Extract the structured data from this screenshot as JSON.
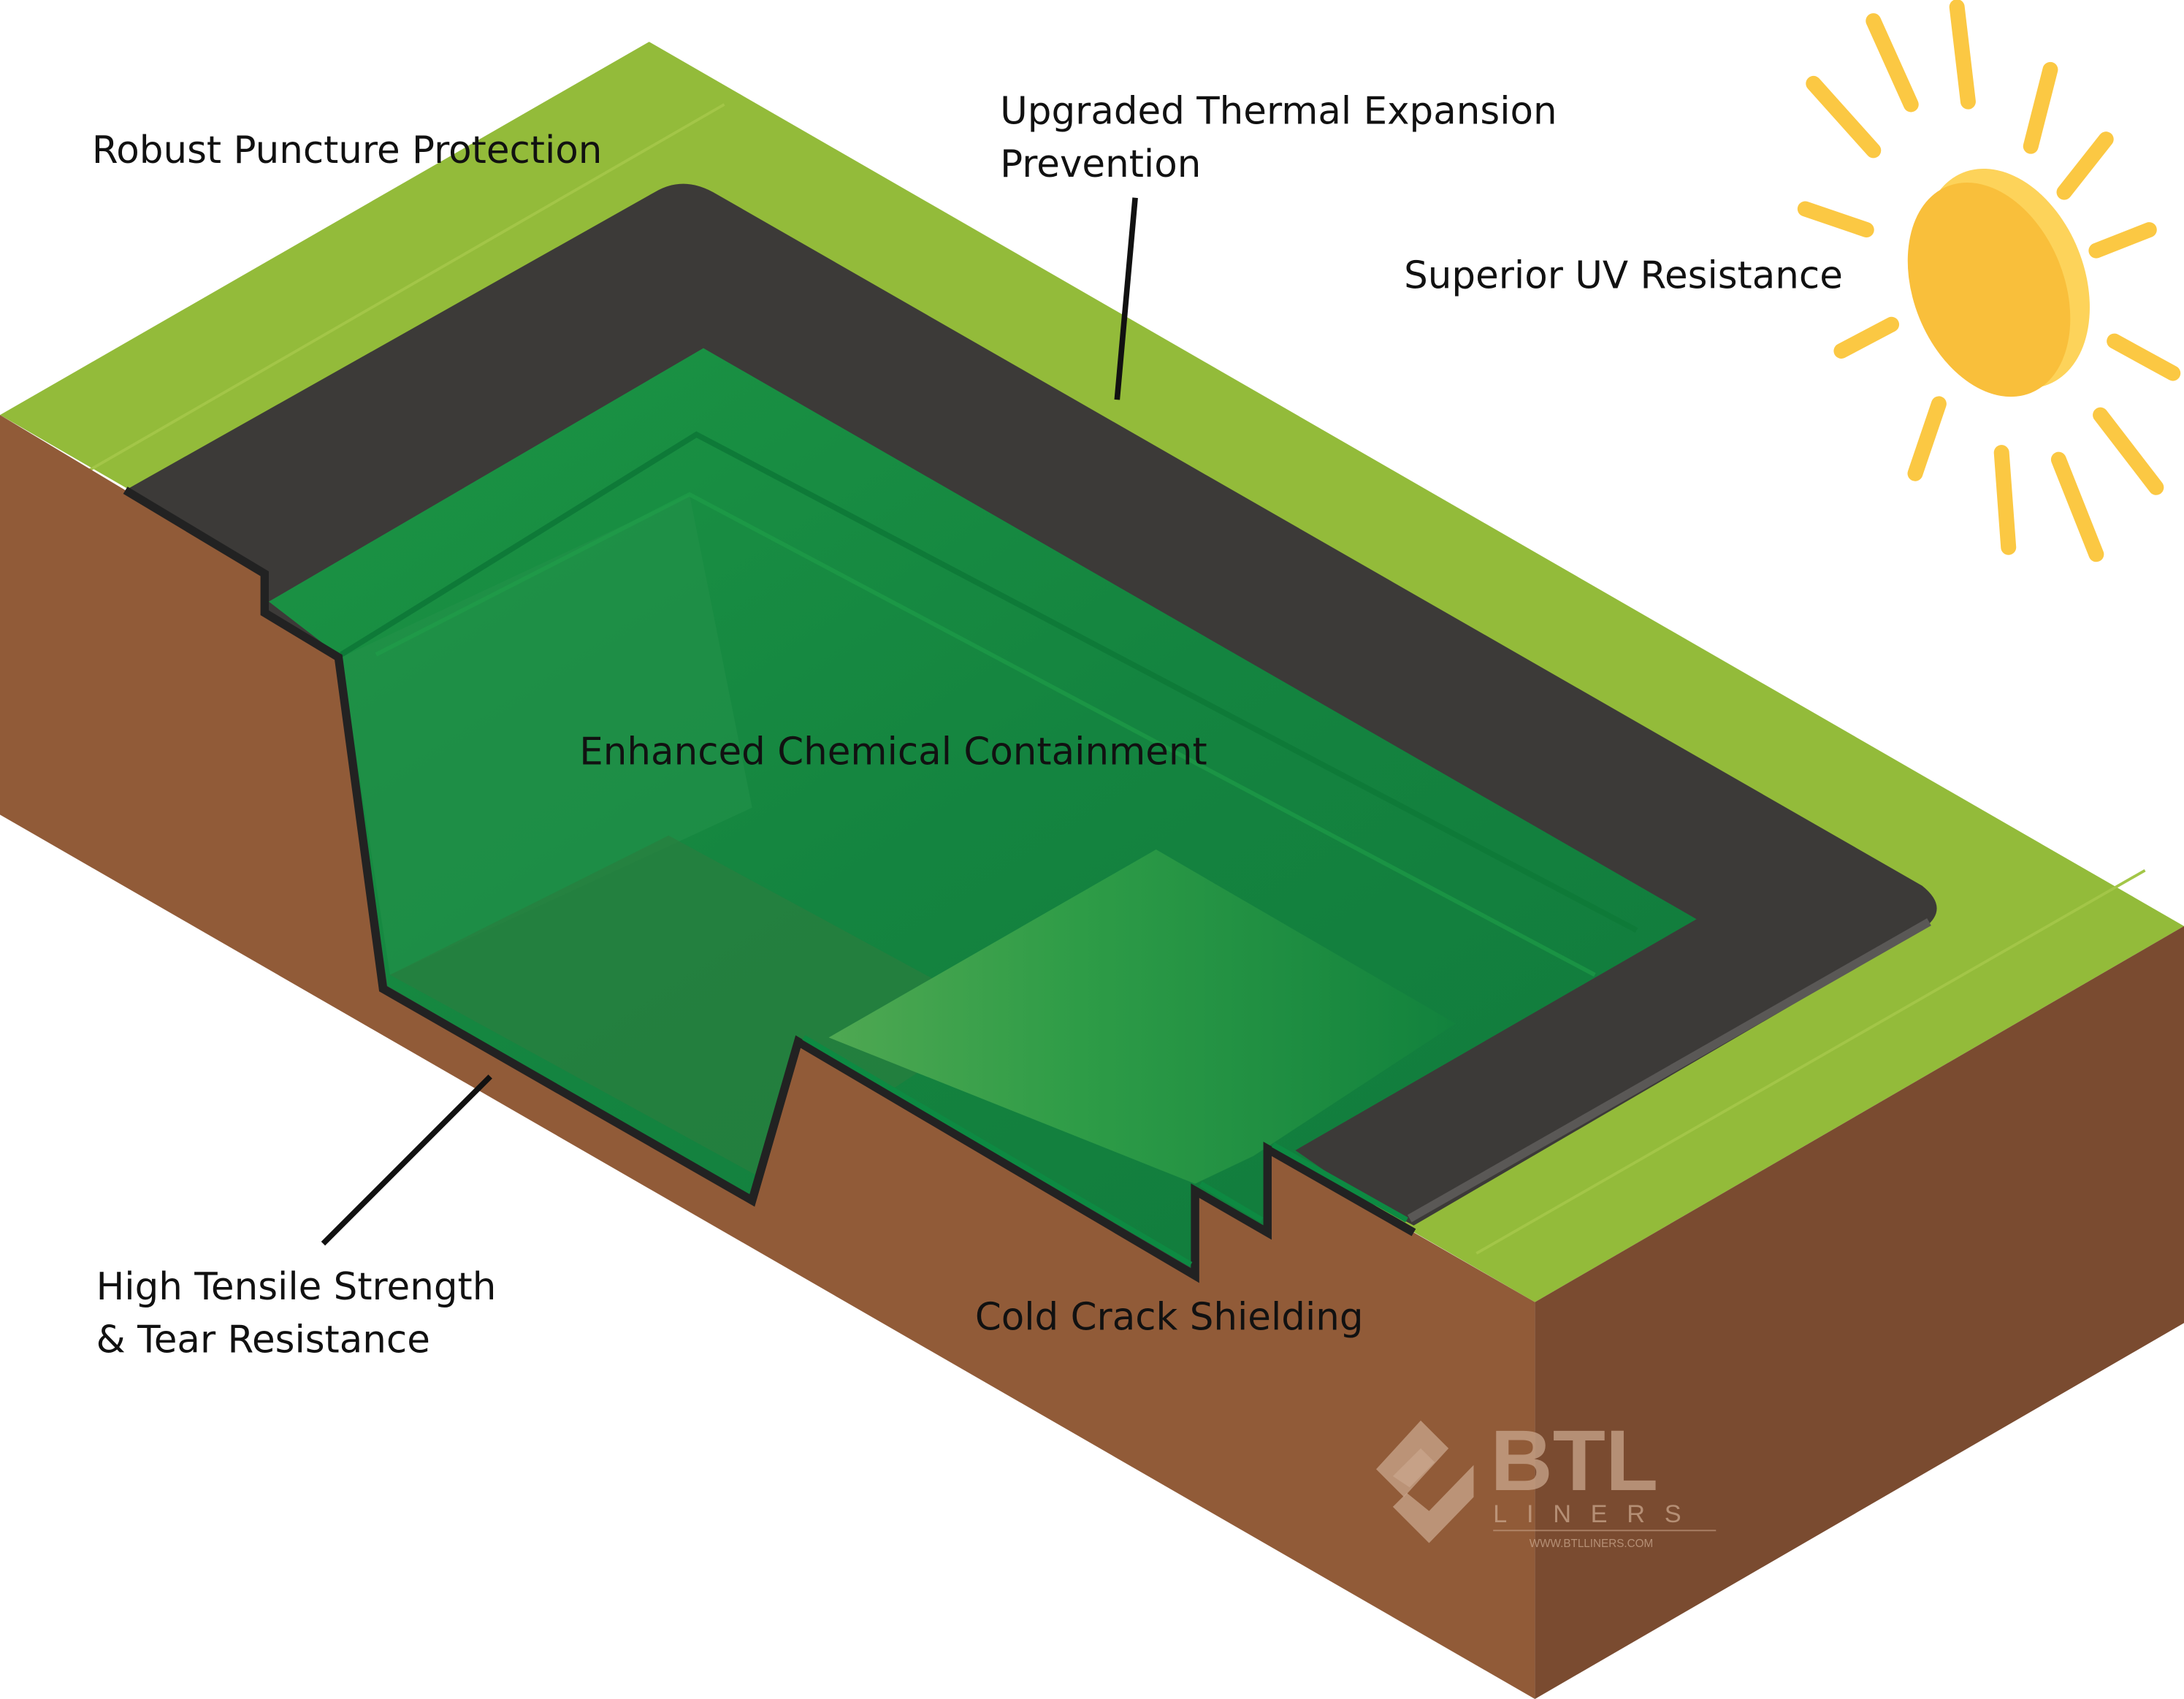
{
  "labels": {
    "puncture": "Robust Puncture Protection",
    "thermal_line1": "Upgraded Thermal Expansion",
    "thermal_line2": "Prevention",
    "uv": "Superior UV Resistance",
    "chemical": "Enhanced Chemical Containment",
    "tensile_line1": "High Tensile Strength",
    "tensile_line2": "& Tear Resistance",
    "cold_crack": "Cold Crack Shielding"
  },
  "logo": {
    "name": "BTL",
    "sub": "LINERS",
    "url": "WWW.BTLLINERS.COM"
  },
  "colors": {
    "grass": "#93bb3a",
    "soil_front": "#915b38",
    "soil_side": "#7a4b30",
    "liner": "#3c3a38",
    "pond": "#178b40",
    "sun": "#f9bf3b"
  }
}
